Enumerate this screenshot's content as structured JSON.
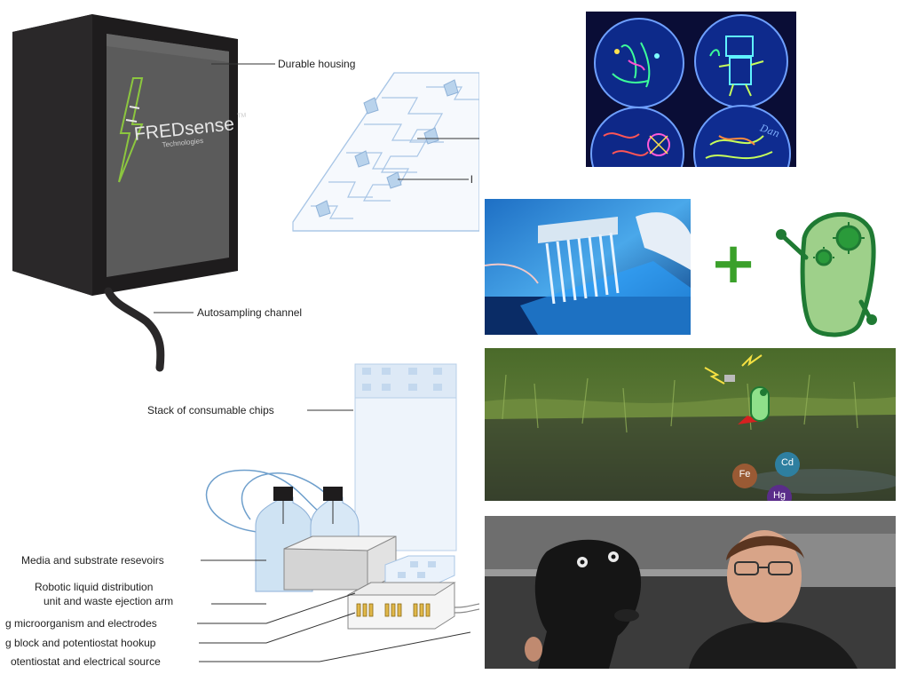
{
  "device_diagram": {
    "logo_wordmark": "FREDsense",
    "logo_sub": "Technologies",
    "logo_tm": "TM",
    "labels": {
      "durable_housing": "Durable housing",
      "autosampling_channel": "Autosampling channel",
      "stack_chips": "Stack of consumable chips",
      "media_reservoirs": "Media and substrate resevoirs",
      "robotic_line1": "Robotic liquid distribution",
      "robotic_line2": "unit and waste ejection arm",
      "microorganism": "g microorganism and electrodes",
      "potentiostat_block": "g block and potentiostat hookup",
      "electrical_source": "otentiostat and electrical source",
      "chip_label_fragment": "l"
    }
  },
  "photo_panels": {
    "petri_dish_text": "Dan",
    "plus_sign": "+",
    "metal_ions": [
      "Fe",
      "Cd",
      "Hg"
    ]
  },
  "colors": {
    "housing_dark": "#1e1c1d",
    "screen_gray": "#5b5b5b",
    "logo_green": "#8cc63f",
    "plus_green": "#3aa02a",
    "bacterium_fill": "#9ed08a",
    "bacterium_outline": "#1f7a33",
    "chip_line": "#a9c6e6",
    "reservoir_blue": "#cfe3f3"
  }
}
